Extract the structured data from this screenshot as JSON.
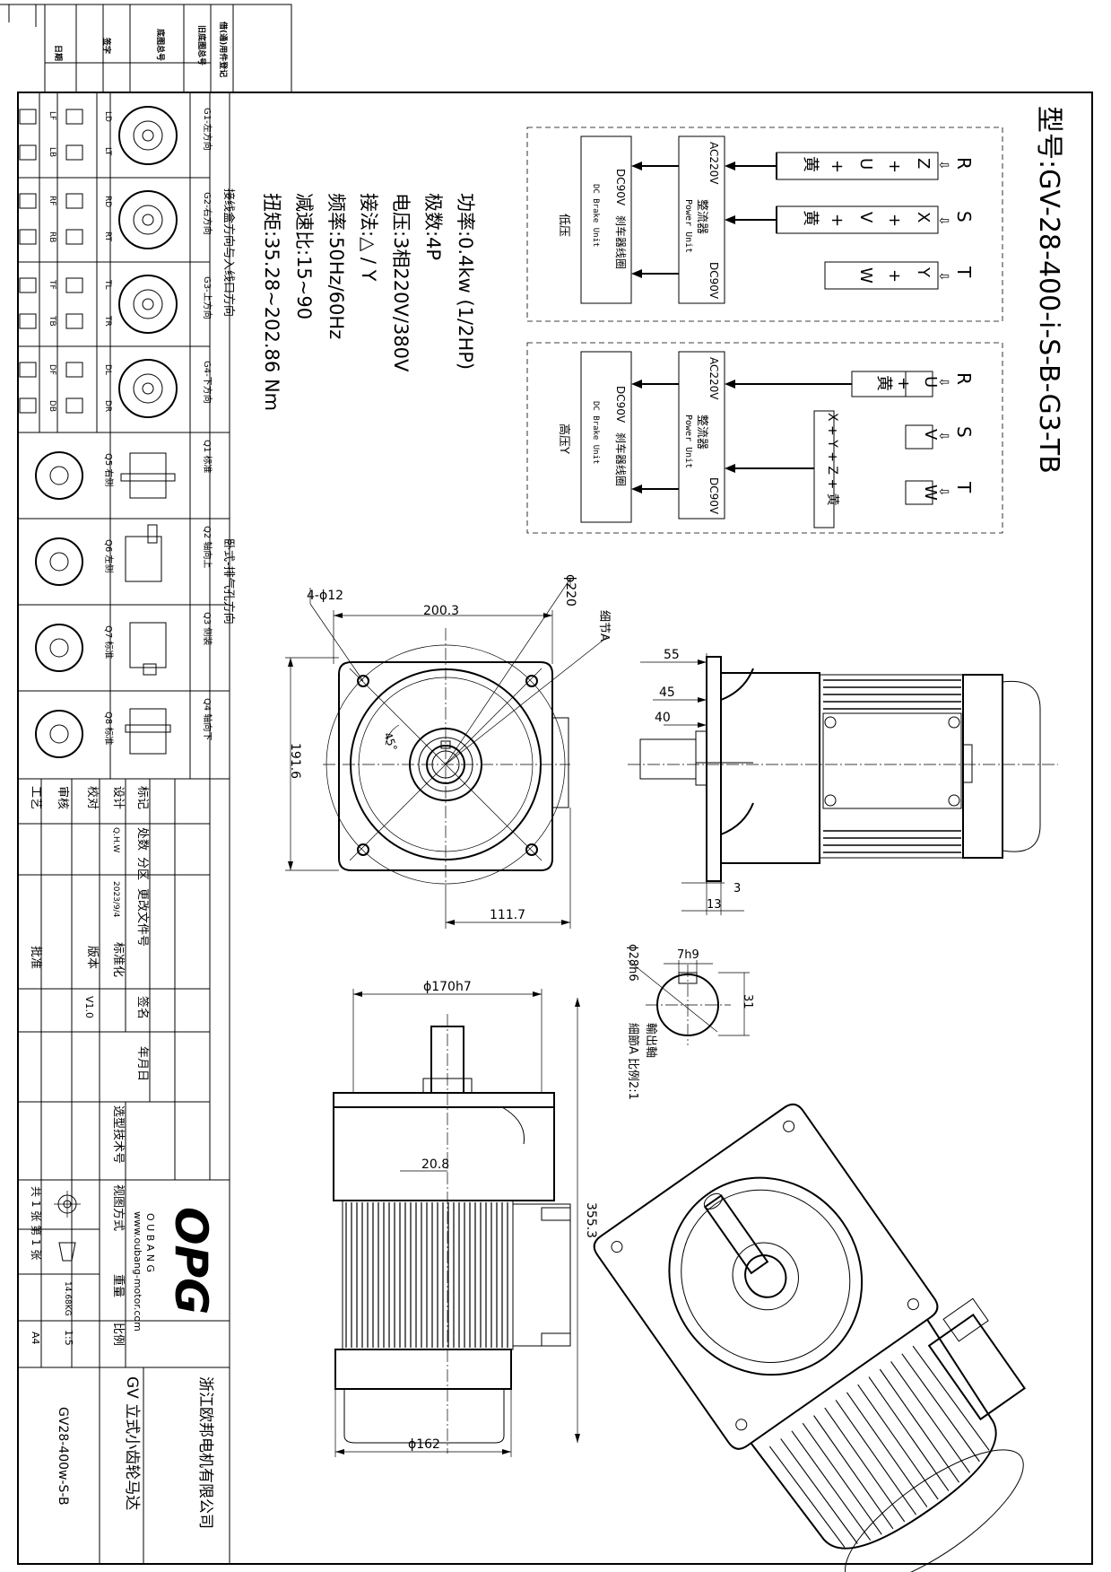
{
  "model": "型号:GV-28-400-i-S-B-G3-TB",
  "specs": {
    "power": "功率:0.4kw (1/2HP)",
    "poles": "极数:4P",
    "voltage": "电压:3相220V/380V",
    "connection": "接法:△ / Y",
    "frequency": "频率:50Hz/60Hz",
    "ratio": "减速比:15~90",
    "torque": "扭矩:35.28~202.86 Nm"
  },
  "wiring_low": {
    "caption": "低压",
    "terminals": [
      "R",
      "S",
      "T"
    ],
    "row1": [
      "Z",
      "+",
      "U",
      "+",
      "黄"
    ],
    "row2": [
      "X",
      "+",
      "V",
      "+",
      "黄"
    ],
    "row3": [
      "Y",
      "+",
      "W"
    ],
    "rect_in": "AC220V",
    "rect_name": "整流器",
    "rect_en": "Power Unit",
    "rect_out": "DC90V",
    "brake_in": "DC90V",
    "brake_name": "刹车器线圈",
    "brake_en": "DC Brake Unit"
  },
  "wiring_high": {
    "caption": "高压Y",
    "terminals": [
      "R",
      "S",
      "T"
    ],
    "u": "U",
    "plus": "+",
    "yellow": "黄",
    "v": "V",
    "w": "W",
    "xyz": "X + Y + Z + 黄",
    "rect_in": "AC220V",
    "rect_name": "整流器",
    "rect_en": "Power Unit",
    "rect_out": "DC90V",
    "brake_in": "DC90V",
    "brake_name": "刹车器线圈",
    "brake_en": "DC Brake Unit"
  },
  "dims": {
    "d220": "ϕ220",
    "hole": "4-ϕ12",
    "w200": "200.3",
    "h191": "191.6",
    "d111": "111.7",
    "ang": "45°",
    "detailA": "细节A",
    "d55": "55",
    "d45": "45",
    "d40": "40",
    "d3": "3",
    "d13": "13",
    "key": "7h9",
    "shaft": "ϕ28h6",
    "d31": "31",
    "shaft_note": "輸出軸",
    "detail_note": "細節A 比例2:1",
    "d170": "ϕ170h7",
    "d20": "20.8",
    "d355": "355.3",
    "d162": "ϕ162"
  },
  "left_panel": {
    "box_title": "接线盒方向与入线口方向",
    "mount_title": "卧式-排气孔方向",
    "box_cols": [
      "G1-左方向",
      "G2-右方向",
      "G3-上方向",
      "G4-下方向"
    ],
    "box_codes": [
      [
        "LD",
        "LT",
        "LF",
        "LB"
      ],
      [
        "RD",
        "RT",
        "RF",
        "RB"
      ],
      [
        "TL",
        "TR",
        "TF",
        "TB"
      ],
      [
        "DL",
        "DR",
        "DF",
        "DB"
      ]
    ],
    "mount_cols": [
      "Q1 标准",
      "Q2 轴向上",
      "Q3 侧装",
      "Q4 轴向下"
    ],
    "mount_side": [
      "Q5 右侧",
      "Q6 左侧",
      "Q7 标准",
      "Q8 标准"
    ]
  },
  "tb_top": [
    "日期",
    "签字",
    "底图总号",
    "旧底图总号",
    "借(通)用件登记"
  ],
  "title_block": {
    "row_labels": [
      "标记",
      "设计",
      "校对",
      "审核",
      "工艺"
    ],
    "col_heads": [
      "处数",
      "分区",
      "更改文件号",
      "签名",
      "年月日"
    ],
    "designer": "Q.H.W",
    "date": "2023/9/4",
    "std_label": "标准化",
    "version_label": "版本",
    "version": "V1.0",
    "approve_label": "批准",
    "tech_label": "选型技术号",
    "brand": "OPG",
    "brand_sub": "O U B A N G",
    "website": "www.oubang-motor.com",
    "view_label": "视图方式",
    "weight_label": "重量",
    "scale_label": "比例",
    "weight": "14.68KG",
    "scale": "1:5",
    "sheets": "共 1 张 第 1 张",
    "paper": "A4",
    "company": "浙江欧邦电机有限公司",
    "product": "GV 立式小齿轮马达",
    "drawing_no": "GV28-400w-S-B"
  }
}
